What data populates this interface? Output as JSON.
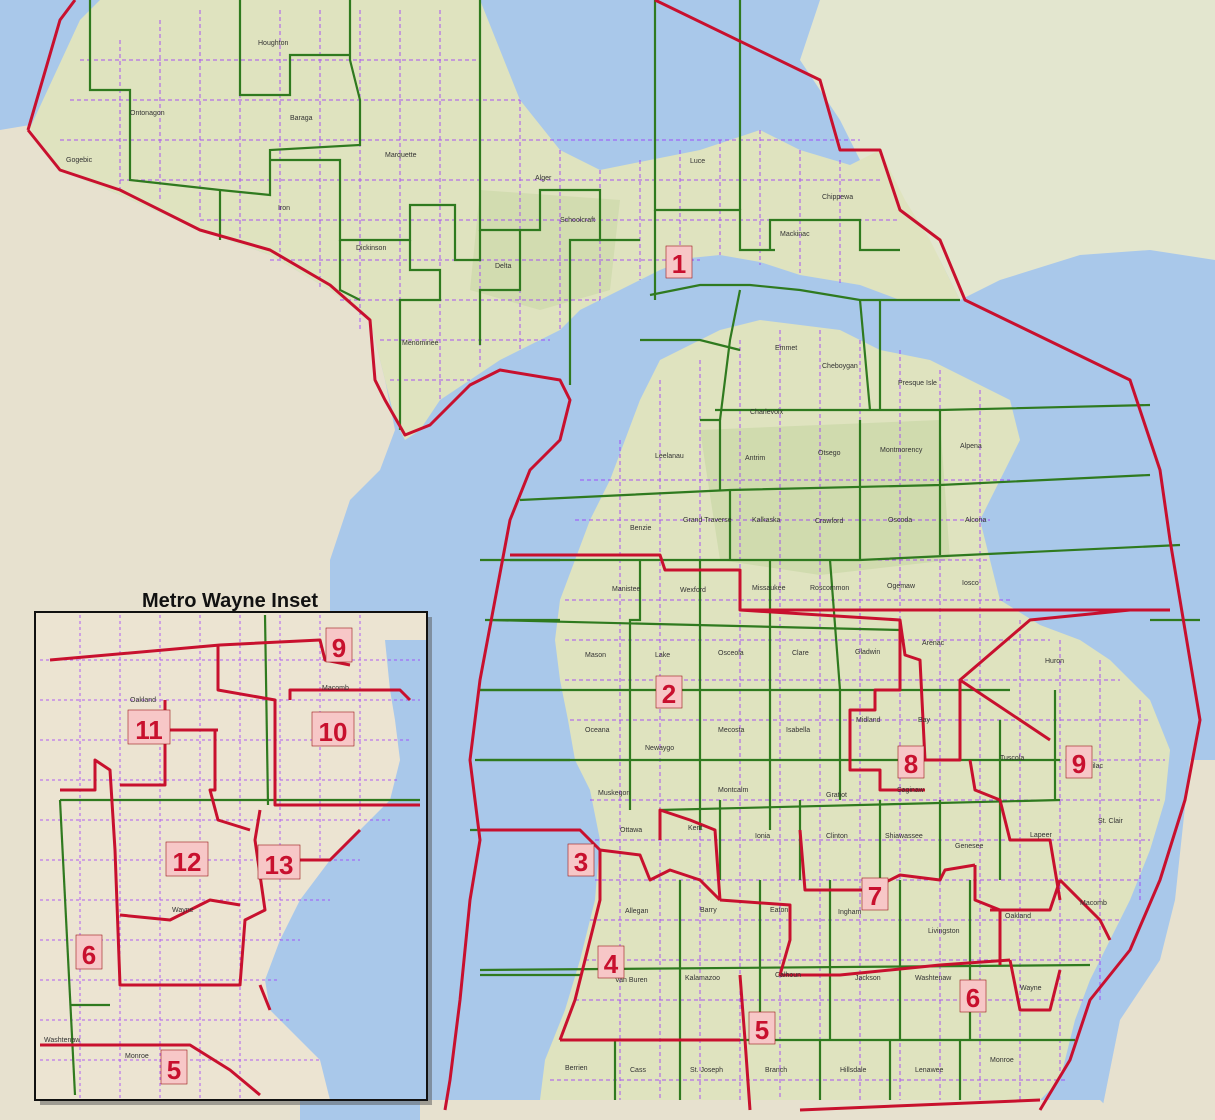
{
  "map": {
    "title": "Michigan Congressional Districts",
    "colors": {
      "water": "#a9c8ea",
      "land": "#efe7d3",
      "land_green": "#d7dfb6",
      "district_line": "#c8102e",
      "county_line": "#2f7a1f",
      "township_line": "#9b30ff",
      "label_fill": "#f7c7c7"
    },
    "districts": [
      "1",
      "2",
      "3",
      "4",
      "5",
      "6",
      "7",
      "8",
      "9"
    ],
    "county_labels": [
      "Houghton",
      "Ontonagon",
      "Baraga",
      "Gogebic",
      "Marquette",
      "Alger",
      "Luce",
      "Chippewa",
      "Schoolcraft",
      "Mackinac",
      "Delta",
      "Iron",
      "Dickinson",
      "Menominee",
      "Emmet",
      "Cheboygan",
      "Presque Isle",
      "Charlevoix",
      "Leelanau",
      "Antrim",
      "Otsego",
      "Montmorency",
      "Alpena",
      "Benzie",
      "Grand Traverse",
      "Kalkaska",
      "Crawford",
      "Oscoda",
      "Alcona",
      "Manistee",
      "Wexford",
      "Missaukee",
      "Roscommon",
      "Ogemaw",
      "Iosco",
      "Mason",
      "Lake",
      "Osceola",
      "Clare",
      "Gladwin",
      "Arenac",
      "Huron",
      "Oceana",
      "Newaygo",
      "Mecosta",
      "Isabella",
      "Midland",
      "Bay",
      "Tuscola",
      "Sanilac",
      "Muskegon",
      "Montcalm",
      "Gratiot",
      "Saginaw",
      "Ottawa",
      "Kent",
      "Ionia",
      "Clinton",
      "Shiawassee",
      "Genesee",
      "Lapeer",
      "St. Clair",
      "Allegan",
      "Barry",
      "Eaton",
      "Ingham",
      "Livingston",
      "Oakland",
      "Macomb",
      "Van Buren",
      "Kalamazoo",
      "Calhoun",
      "Jackson",
      "Washtenaw",
      "Wayne",
      "Berrien",
      "Cass",
      "St. Joseph",
      "Branch",
      "Hillsdale",
      "Lenawee",
      "Monroe"
    ]
  },
  "inset": {
    "title": "Metro Wayne Inset",
    "districts": [
      "5",
      "6",
      "9",
      "10",
      "11",
      "12",
      "13"
    ],
    "county_labels": [
      "Oakland",
      "Macomb",
      "Wayne",
      "Washtenaw",
      "Monroe"
    ]
  }
}
